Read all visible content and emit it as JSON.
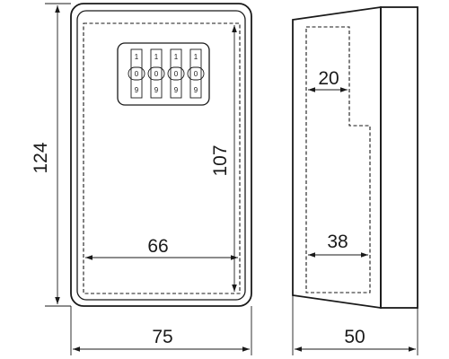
{
  "dimensions": {
    "height": "124",
    "inner_height": "107",
    "inner_width": "66",
    "width": "75",
    "depth": "50",
    "inner_depth_top": "20",
    "inner_depth_bottom": "38"
  },
  "dials": [
    {
      "top": "1",
      "middle": "0",
      "bottom": "9"
    },
    {
      "top": "1",
      "middle": "0",
      "bottom": "9"
    },
    {
      "top": "1",
      "middle": "0",
      "bottom": "9"
    },
    {
      "top": "1",
      "middle": "0",
      "bottom": "9"
    }
  ]
}
